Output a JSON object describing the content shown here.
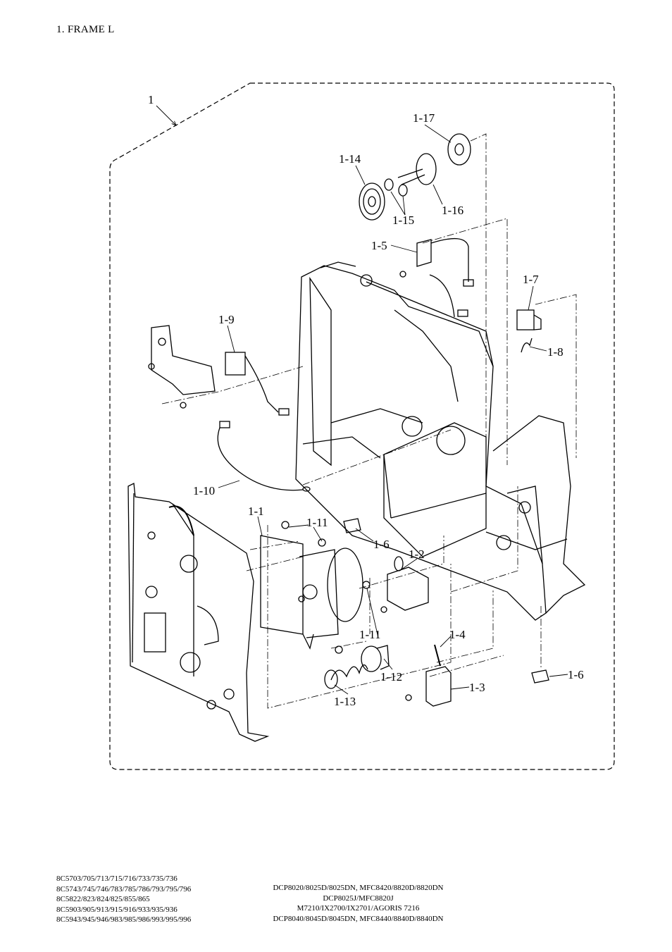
{
  "title": "1. FRAME L",
  "callouts": {
    "c1": "1",
    "c1_1": "1-1",
    "c1_2": "1-2",
    "c1_3": "1-3",
    "c1_4": "1-4",
    "c1_5": "1-5",
    "c1_6a": "1-6",
    "c1_6b": "1-6",
    "c1_7": "1-7",
    "c1_8": "1-8",
    "c1_9": "1-9",
    "c1_10": "1-10",
    "c1_11a": "1-11",
    "c1_11b": "1-11",
    "c1_12": "1-12",
    "c1_13": "1-13",
    "c1_14": "1-14",
    "c1_15": "1-15",
    "c1_16": "1-16",
    "c1_17": "1-17"
  },
  "footer": {
    "left": [
      "8C5703/705/713/715/716/733/735/736",
      "8C5743/745/746/783/785/786/793/795/796",
      "8C5822/823/824/825/855/865",
      "8C5903/905/913/915/916/933/935/936",
      "8C5943/945/946/983/985/986/993/995/996"
    ],
    "right": [
      "DCP8020/8025D/8025DN, MFC8420/8820D/8820DN",
      "DCP8025J/MFC8820J",
      "M7210/IX2700/IX2701/AGORIS 7216",
      "DCP8040/8045D/8045DN, MFC8440/8840D/8840DN"
    ]
  }
}
